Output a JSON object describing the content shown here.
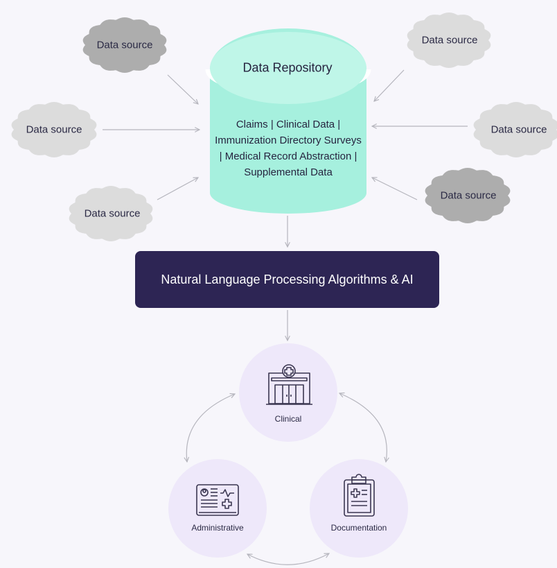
{
  "colors": {
    "background": "#f7f6fb",
    "repository": "#a6f0de",
    "repository_top": "#bff6e8",
    "nlp_box": "#2d2554",
    "node_circle": "#eee8fa",
    "cloud_light": "#dcdcdc",
    "cloud_dark": "#adadad",
    "connector": "#b5b5bd"
  },
  "data_sources": [
    {
      "id": "top-left",
      "label": "Data source",
      "shade": "dark"
    },
    {
      "id": "top-right",
      "label": "Data source",
      "shade": "light"
    },
    {
      "id": "middle-left",
      "label": "Data source",
      "shade": "light"
    },
    {
      "id": "middle-right",
      "label": "Data source",
      "shade": "light"
    },
    {
      "id": "bottom-left",
      "label": "Data source",
      "shade": "light"
    },
    {
      "id": "bottom-right",
      "label": "Data source",
      "shade": "dark"
    }
  ],
  "repository": {
    "title": "Data Repository",
    "contents": "Claims | Clinical Data | Immunization Directory Surveys | Medical Record Abstraction | Supplemental Data"
  },
  "processor": {
    "label": "Natural Language Processing Algorithms & AI"
  },
  "outcomes": [
    {
      "id": "clinical",
      "label": "Clinical",
      "icon": "hospital-icon"
    },
    {
      "id": "administrative",
      "label": "Administrative",
      "icon": "id-card-icon"
    },
    {
      "id": "documentation",
      "label": "Documentation",
      "icon": "clipboard-icon"
    }
  ]
}
